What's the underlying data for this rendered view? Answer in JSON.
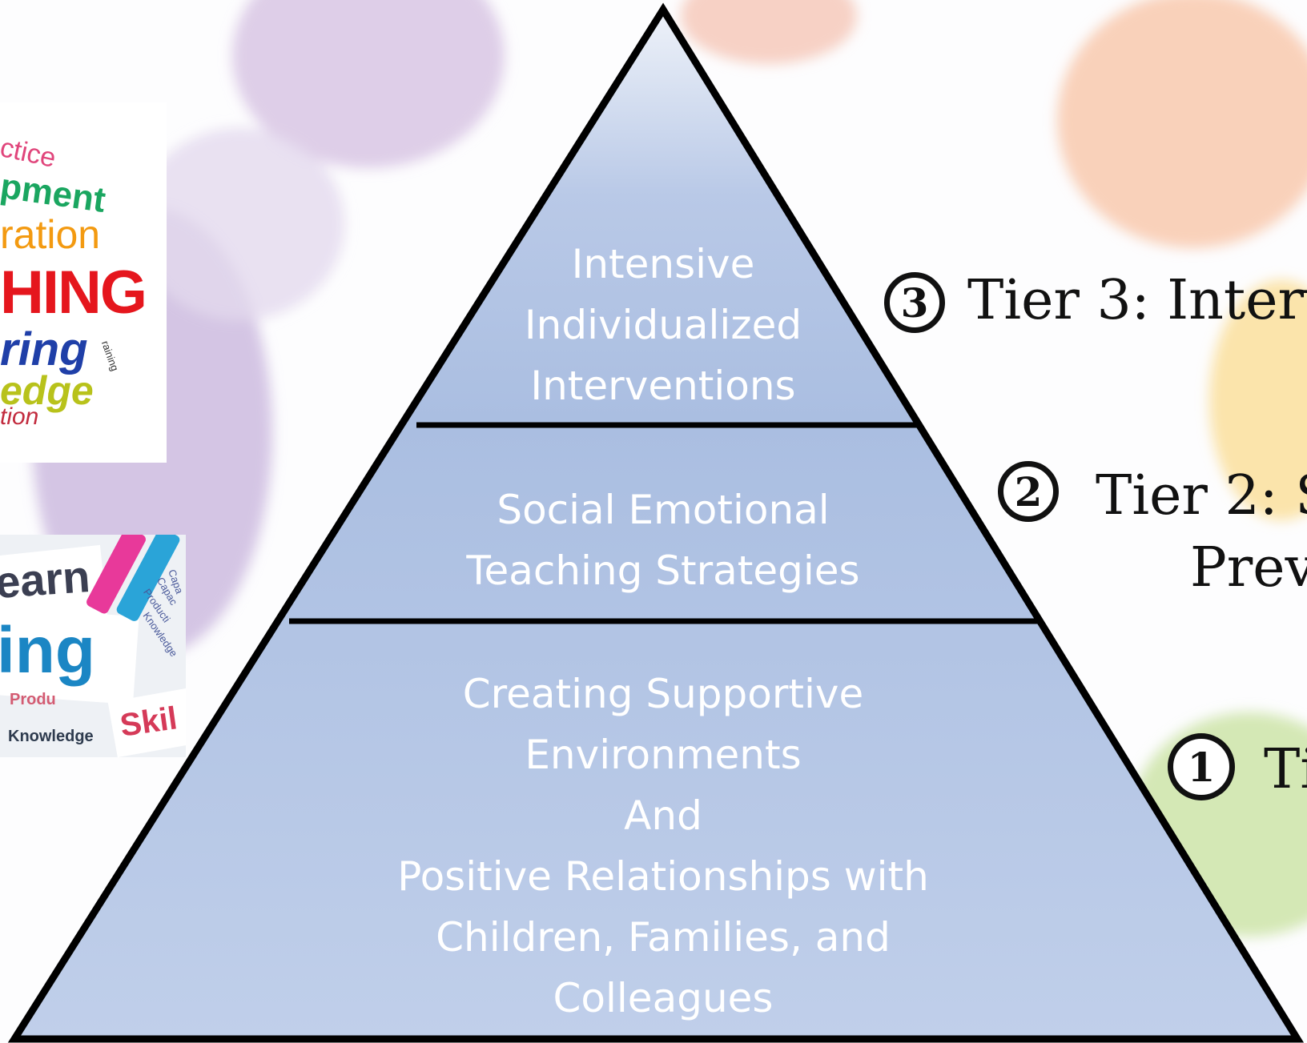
{
  "pyramid": {
    "top_tier": {
      "lines": [
        "Intensive",
        "Individualized",
        "Interventions"
      ]
    },
    "middle_tier": {
      "lines": [
        "Social Emotional",
        "Teaching Strategies"
      ]
    },
    "bottom_tier": {
      "lines": [
        "Creating Supportive",
        "Environments",
        "And",
        "Positive Relationships with",
        "Children, Families, and",
        "Colleagues"
      ]
    }
  },
  "side_labels": [
    {
      "badge": "3",
      "text": "Tier 3:  Interv"
    },
    {
      "badge": "2",
      "text": "Tier 2: S",
      "text2": "Prev"
    },
    {
      "badge": "1",
      "text": "Ti"
    }
  ],
  "word_cloud": {
    "words": [
      "ctice",
      "pment",
      "ration",
      "HING",
      "ring",
      "edge",
      "tion",
      "raining"
    ]
  },
  "learning_image": {
    "words": [
      "earn",
      "ing",
      "Skil",
      "Knowledge",
      "Produ",
      "Capa",
      "Capac",
      "Producti",
      "Knowledge"
    ]
  },
  "colors": {
    "pyramid_fill_top": "#dfe6f3",
    "pyramid_fill_mid": "#a9bde0",
    "pyramid_fill_bottom": "#bccbe8",
    "outline": "#000000",
    "tier_text": "#ffffff",
    "splash_purple": "#c9b3da",
    "splash_orange": "#f7c4a8",
    "splash_yellow": "#fbe3a4",
    "splash_green": "#cfe6a8"
  }
}
